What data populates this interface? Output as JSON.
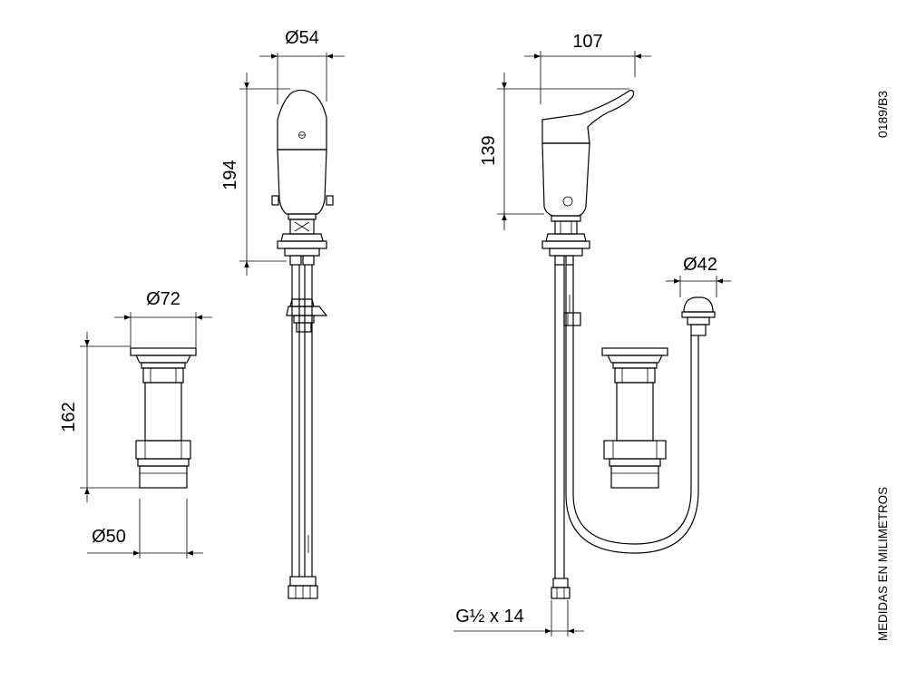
{
  "dimensions": {
    "body_diameter": "Ø54",
    "body_height": "194",
    "lever_reach": "107",
    "lever_height": "139",
    "flange_diameter": "Ø72",
    "spout_height": "162",
    "spout_thread_diameter": "Ø50",
    "aerator_diameter": "Ø42",
    "connection_thread": "G½ x 14"
  },
  "drawing_code": "0189/B3",
  "units_note": "MEDIDAS EN MILIMETROS"
}
